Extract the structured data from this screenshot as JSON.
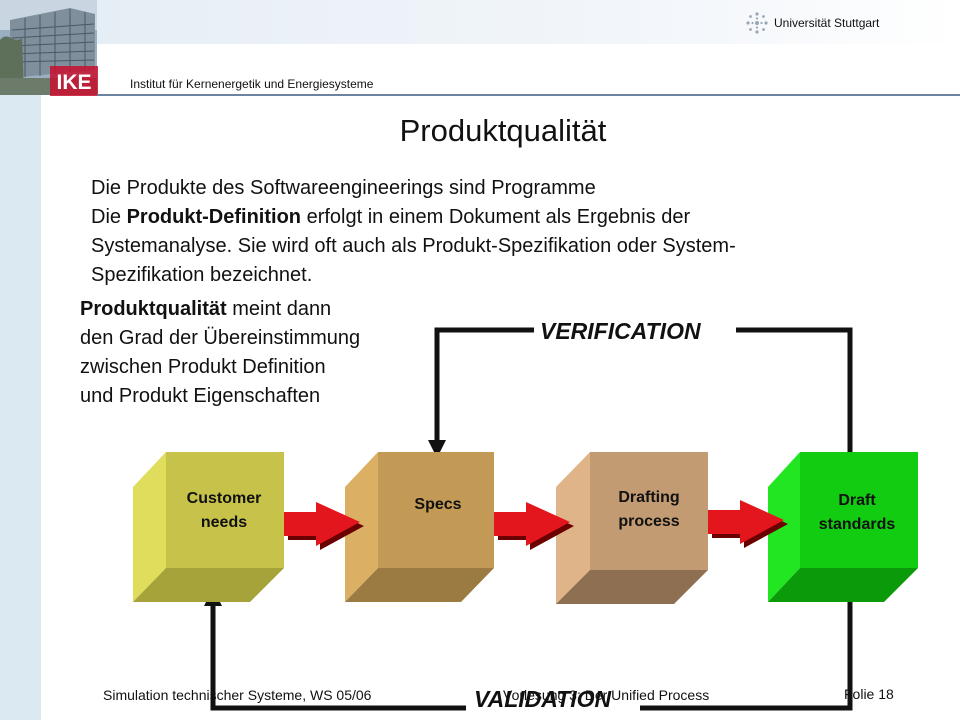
{
  "header": {
    "logo_text": "IKE",
    "institute": "Institut für Kernenergetik und Energiesysteme",
    "university": "Universität Stuttgart"
  },
  "slide": {
    "title": "Produktqualität",
    "intro": {
      "line1": "Die Produkte des Softwareengineerings sind Programme",
      "line2_pre": "Die ",
      "line2_bold": "Produkt-Definition",
      "line2_post": " erfolgt in einem Dokument als Ergebnis der",
      "line3": "Systemanalyse. Sie wird oft auch als Produkt-Spezifikation oder System-",
      "line4": "Spezifikation bezeichnet."
    },
    "quality": {
      "bold": "Produktqualität",
      "line1_post": " meint dann",
      "line2": "den Grad der Übereinstimmung",
      "line3": "zwischen Produkt Definition",
      "line4": "und Produkt Eigenschaften"
    }
  },
  "diagram": {
    "boxes": [
      {
        "line1": "Customer",
        "line2": "needs",
        "front": "#c7c24a",
        "side": "#e0dc5c",
        "bottom": "#a6a33a"
      },
      {
        "line1": "Specs",
        "line2": "",
        "front": "#c29a55",
        "side": "#dcb064",
        "bottom": "#9c7b42"
      },
      {
        "line1": "Drafting",
        "line2": "process",
        "front": "#c39b72",
        "side": "#dfb488",
        "bottom": "#8e6f52"
      },
      {
        "line1": "Draft",
        "line2": "standards",
        "front": "#12cc12",
        "side": "#22e622",
        "bottom": "#0a9a0a"
      }
    ],
    "arrow_color": "#e2161c",
    "verification": "VERIFICATION",
    "validation": "VALIDATION"
  },
  "footer": {
    "left": "Simulation technischer Systeme, WS 05/06",
    "center": "Vorlesung 3: Der Unified Process",
    "page_label": "Folie",
    "page_number": "18"
  }
}
